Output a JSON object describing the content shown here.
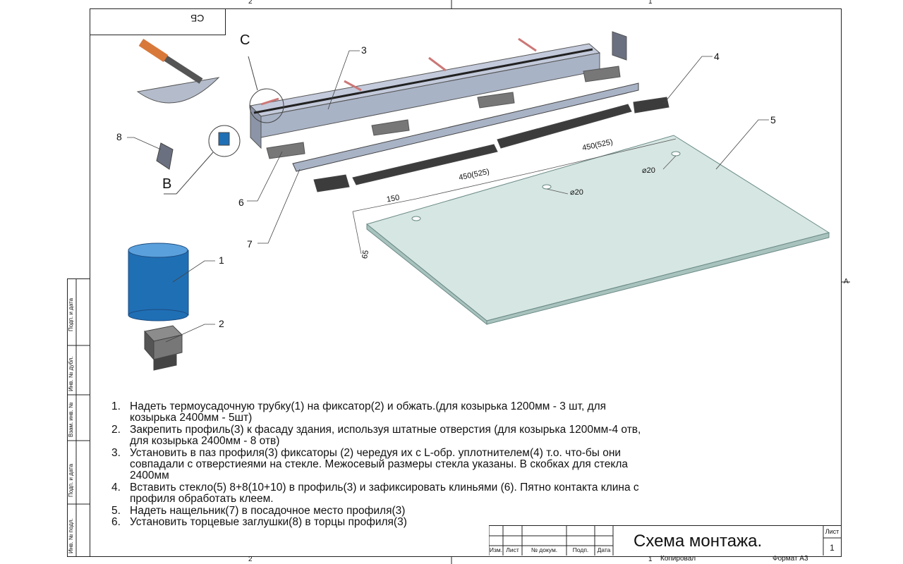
{
  "drawing": {
    "view_label": "СБ",
    "zone_top": [
      "2",
      "1"
    ],
    "zone_bottom": [
      "2",
      "1"
    ],
    "zone_right": "A",
    "detail_labels": {
      "c": "C",
      "b": "B"
    },
    "callouts": [
      "1",
      "2",
      "3",
      "4",
      "5",
      "6",
      "7",
      "8"
    ],
    "dimensions": {
      "d150": "150",
      "d450a": "450(525)",
      "d450b": "450(525)",
      "d65": "65",
      "hole1": "⌀20",
      "hole2": "⌀20"
    },
    "colors": {
      "tube": "#1f6fb5",
      "profile": "#a9b3c6",
      "glass": "#d6e6e2",
      "seal": "#3c3c3c"
    }
  },
  "side_stamp": [
    "Подп. и дата",
    "Инв. № дубл.",
    "Взам. инв. №",
    "Подп. и дата",
    "Инв. № подл."
  ],
  "instructions": [
    {
      "num": "1.",
      "text": "Надеть термоусадочную трубку(1) на фиксатор(2) и обжать.(для козырька 1200мм - 3 шт, для\nкозырька 2400мм - 5шт)"
    },
    {
      "num": "2.",
      "text": "Закрепить профиль(3) к фасаду здания, используя штатные отверстия (для козырька 1200мм-4 отв,\nдля козырька 2400мм - 8 отв)"
    },
    {
      "num": "3.",
      "text": "Установить в паз профиля(3) фиксаторы (2) чередуя их с L-обр. уплотнителем(4) т.о. что-бы они\nсовпадали с отверстиеями на стекле. Межосевый размеры стекла указаны. В скобках для стекла\n2400мм"
    },
    {
      "num": "4.",
      "text": "Вставить стекло(5) 8+8(10+10) в профиль(3) и зафиксировать клиньями (6). Пятно контакта клина с\nпрофиля обработать клеем."
    },
    {
      "num": "5.",
      "text": "Надеть нащельник(7) в посадочное место профиля(3)"
    },
    {
      "num": "6.",
      "text": "Установить торцевые заглушки(8) в торцы профиля(3)"
    }
  ],
  "title_block": {
    "headers": [
      "Изм.",
      "Лист",
      "№ докум.",
      "Подп.",
      "Дата"
    ],
    "title": "Схема монтажа.",
    "sheet_label": "Лист",
    "sheet_number": "1",
    "copied": "Копировал",
    "format": "Формат А3"
  }
}
